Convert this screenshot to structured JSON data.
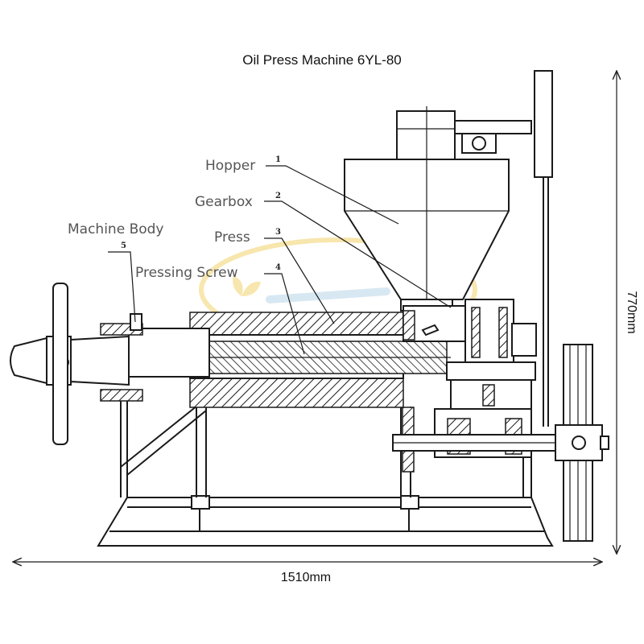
{
  "title": "Oil Press Machine 6YL-80",
  "dimensions": {
    "width": "1510mm",
    "height": "770mm"
  },
  "labels": [
    {
      "key": "hopper",
      "text": "Hopper",
      "number": "1"
    },
    {
      "key": "gearbox",
      "text": "Gearbox",
      "number": "2"
    },
    {
      "key": "press",
      "text": "Press",
      "number": "3"
    },
    {
      "key": "pressing_screw",
      "text": "Pressing Screw",
      "number": "4"
    },
    {
      "key": "machine_body",
      "text": "Machine Body",
      "number": "5"
    }
  ],
  "colors": {
    "line": "#1a1a1a",
    "label": "#555555",
    "watermark": "#f2d36b"
  },
  "watermark_icon": "leaf-logo-icon"
}
